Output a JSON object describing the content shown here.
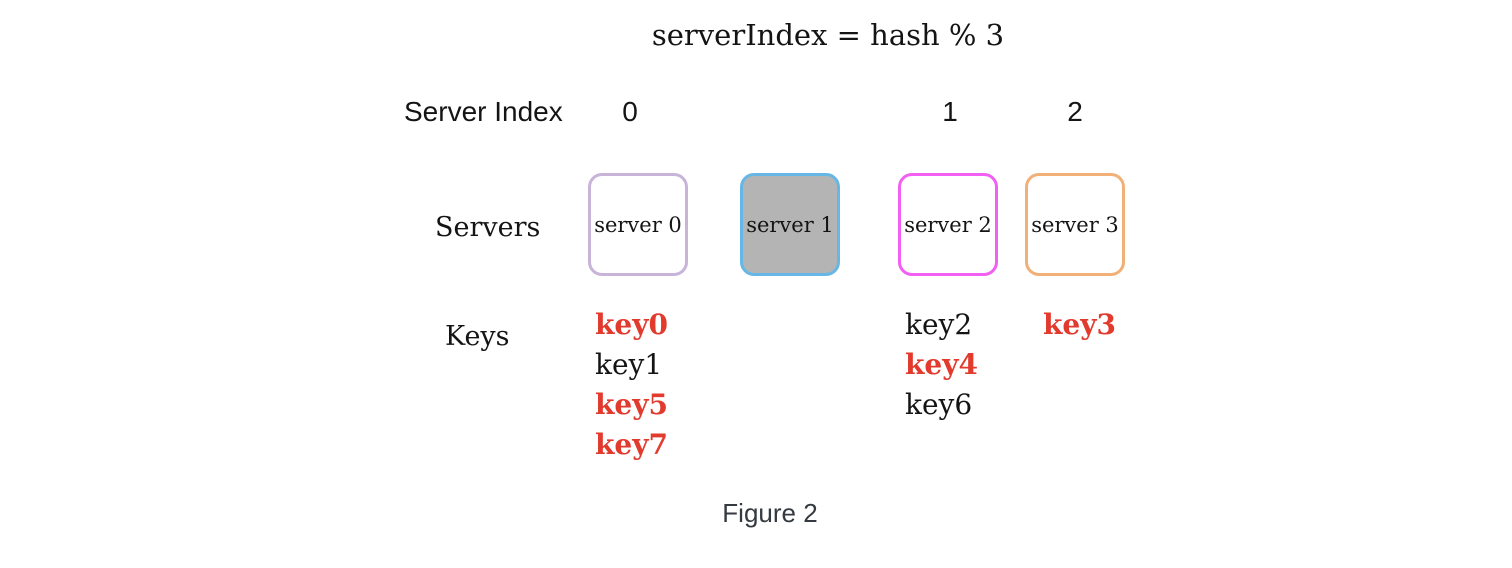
{
  "formula": "serverIndex = hash % 3",
  "caption": "Figure 2",
  "row_labels": {
    "index": "Server Index",
    "servers": "Servers",
    "keys": "Keys"
  },
  "server_indices": [
    {
      "value": "0"
    },
    {
      "value": "1"
    },
    {
      "value": "2"
    }
  ],
  "servers": [
    {
      "label": "server 0",
      "border_color": "#c8b4d8",
      "fill": "#ffffff"
    },
    {
      "label": "server 1",
      "border_color": "#66b7e6",
      "fill": "#b4b4b4"
    },
    {
      "label": "server 2",
      "border_color": "#f160f2",
      "fill": "#ffffff"
    },
    {
      "label": "server 3",
      "border_color": "#f1b078",
      "fill": "#ffffff"
    }
  ],
  "key_columns": [
    {
      "keys": [
        {
          "label": "key0",
          "color": "#e23b2e",
          "weight": "700"
        },
        {
          "label": "key1",
          "color": "#141414",
          "weight": "400"
        },
        {
          "label": "key5",
          "color": "#e23b2e",
          "weight": "700"
        },
        {
          "label": "key7",
          "color": "#e23b2e",
          "weight": "700"
        }
      ]
    },
    {
      "keys": [
        {
          "label": "key2",
          "color": "#141414",
          "weight": "400"
        },
        {
          "label": "key4",
          "color": "#e23b2e",
          "weight": "700"
        },
        {
          "label": "key6",
          "color": "#141414",
          "weight": "400"
        }
      ]
    },
    {
      "keys": [
        {
          "label": "key3",
          "color": "#e23b2e",
          "weight": "700"
        }
      ]
    }
  ],
  "colors": {
    "highlight_red": "#e23b2e",
    "text": "#141414",
    "caption_text": "#343a40"
  }
}
